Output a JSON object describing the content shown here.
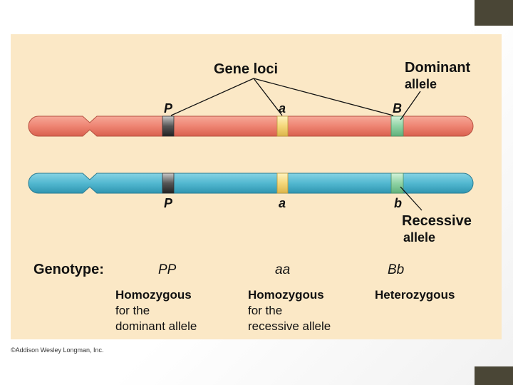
{
  "labels": {
    "gene_loci": "Gene loci",
    "dominant_line1": "Dominant",
    "dominant_line2": "allele",
    "recessive_line1": "Recessive",
    "recessive_line2": "allele",
    "genotype": "Genotype:"
  },
  "top_alleles": [
    "P",
    "a",
    "B"
  ],
  "bottom_alleles": [
    "P",
    "a",
    "b"
  ],
  "genotypes": [
    "PP",
    "aa",
    "Bb"
  ],
  "descriptions": [
    {
      "title": "Homozygous",
      "line2": "for the",
      "line3": "dominant allele"
    },
    {
      "title": "Homozygous",
      "line2": "for the",
      "line3": "recessive allele"
    },
    {
      "title": "Heterozygous",
      "line2": "",
      "line3": ""
    }
  ],
  "credit": "©Addison Wesley Longman, Inc.",
  "colors": {
    "chromosome_top": "#ee8472",
    "chromosome_bottom": "#52b8d0",
    "locus_p": "#555555",
    "locus_a": "#f5d77a",
    "locus_b": "#8fd3a4",
    "panel": "#fbe8c6"
  }
}
